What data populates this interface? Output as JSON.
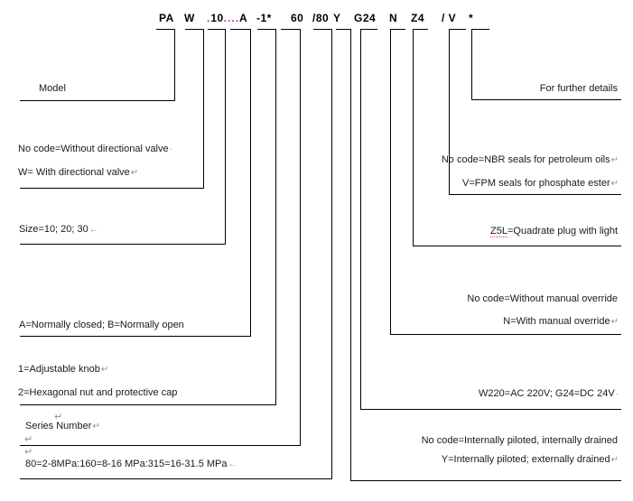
{
  "colors": {
    "line": "#000000",
    "text": "#1a1a1a",
    "mark_grey": "#8f8f8f",
    "squiggle_magenta": "#cc33cc"
  },
  "codes": {
    "model_prefix": "PA",
    "directional": "W",
    "size_dot_pre": ".",
    "size_from": "10",
    "size_dots": "....",
    "size_to": "A",
    "adjustment": "-1*",
    "series": "60",
    "pressure": "/80",
    "drain": "Y",
    "voltage": "G24",
    "override": "N",
    "plug": "Z4",
    "seal": "/ V",
    "star": "*"
  },
  "left_labels": [
    {
      "id": "model",
      "text": "Model",
      "mark": ""
    },
    {
      "id": "no-directional",
      "text": "No code=Without directional valve",
      "mark": "·"
    },
    {
      "id": "with-directional",
      "text": "W= With directional valve",
      "mark": "↵"
    },
    {
      "id": "size",
      "text": "Size=10; 20; 30",
      "mark": "←"
    },
    {
      "id": "normally",
      "text": "A=Normally closed; B=Normally open",
      "mark": ""
    },
    {
      "id": "knob",
      "text": "1=Adjustable knob",
      "mark": "↵"
    },
    {
      "id": "hex-nut",
      "text": "2=Hexagonal nut and protective cap",
      "mark": ""
    },
    {
      "id": "series-number",
      "text": "Series Number",
      "mark": "↵"
    },
    {
      "id": "pressure-grades",
      "text": "80=2-8MPa:160=8-16 MPa:315=16-31.5 MPa",
      "mark": "←"
    }
  ],
  "right_labels": [
    {
      "id": "further-details",
      "text": "For further details",
      "mark": ""
    },
    {
      "id": "nbr-seals",
      "text": "No code=NBR seals for petroleum oils",
      "mark": "↵"
    },
    {
      "id": "fpm-seals",
      "text": "V=FPM seals for phosphate ester",
      "mark": "↵"
    },
    {
      "id": "plug-light",
      "prefix": "Z5L",
      "text": "=Quadrate plug with light",
      "mark": ""
    },
    {
      "id": "no-override",
      "text": "No code=Without manual override",
      "mark": ""
    },
    {
      "id": "with-override",
      "text": "N=With manual override",
      "mark": "↵"
    },
    {
      "id": "voltage",
      "text": "W220=AC 220V; G24=DC 24V",
      "mark": "·"
    },
    {
      "id": "int-drained",
      "text": "No code=Internally piloted, internally drained",
      "mark": ""
    },
    {
      "id": "ext-drained",
      "text": "Y=Internally piloted; externally drained",
      "mark": "↵"
    }
  ],
  "stray_marks": {
    "a": "↵",
    "b": "↵",
    "c": "↵"
  }
}
